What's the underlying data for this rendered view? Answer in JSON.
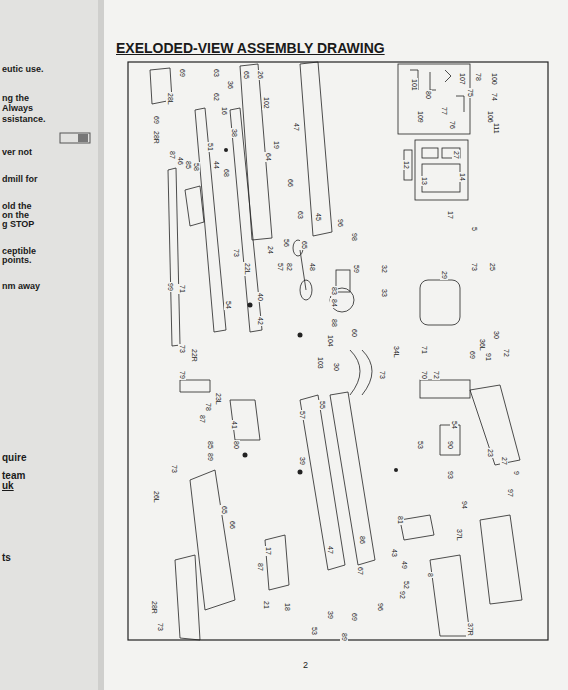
{
  "diagram": {
    "title": "EXELODED-VIEW ASSEMBLY DRAWING",
    "labels": [
      "eutic use.",
      "ng the",
      "Always",
      "ssistance.",
      "ver not",
      "dmill for",
      "old the",
      "on the",
      "g STOP",
      "ceptible",
      "points.",
      "nm away",
      "quire",
      "team",
      "uk",
      "ts",
      "2",
      "69",
      "28L",
      "69",
      "28R",
      "63",
      "62",
      "16",
      "36",
      "65",
      "26",
      "102",
      "38",
      "87",
      "46",
      "85",
      "58",
      "51",
      "44",
      "68",
      "47",
      "19",
      "64",
      "66",
      "63",
      "65",
      "56",
      "24",
      "57",
      "82",
      "45",
      "22L",
      "73",
      "40",
      "42",
      "99",
      "71",
      "54",
      "73",
      "22R",
      "79",
      "96",
      "48",
      "83",
      "84",
      "88",
      "104",
      "32",
      "33",
      "59",
      "60",
      "103",
      "30",
      "34L",
      "71",
      "70",
      "73",
      "72",
      "100",
      "74",
      "106",
      "107",
      "75",
      "78",
      "109",
      "111",
      "77",
      "76",
      "80",
      "101",
      "12",
      "13",
      "27",
      "14",
      "17",
      "5",
      "98",
      "29",
      "73",
      "25",
      "30",
      "36L",
      "91",
      "69",
      "72",
      "23L",
      "78",
      "87",
      "41",
      "80",
      "85",
      "89",
      "26L",
      "73",
      "65",
      "66",
      "39",
      "57",
      "55",
      "37L",
      "37R",
      "94",
      "93",
      "90",
      "54",
      "53",
      "8",
      "49",
      "96",
      "92",
      "52",
      "47",
      "86",
      "81",
      "28R",
      "73",
      "69",
      "18",
      "21",
      "87",
      "17",
      "67",
      "43",
      "89",
      "53",
      "39",
      "27",
      "23",
      "9",
      "97"
    ]
  }
}
